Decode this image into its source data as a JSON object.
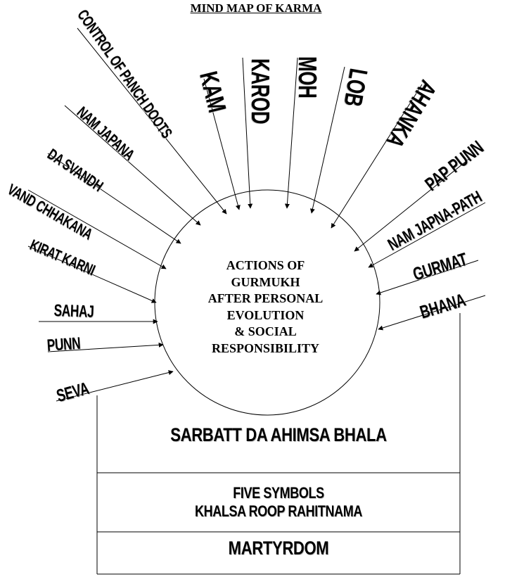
{
  "diagram": {
    "title": "MIND MAP OF KARMA",
    "center": {
      "lines": [
        "ACTIONS OF",
        "GURMUKH",
        "AFTER PERSONAL",
        "EVOLUTION",
        "& SOCIAL",
        "RESPONSIBILITY"
      ]
    },
    "spokes": {
      "control_of_panch_doots": "CONTROL OF PANCH DOOTS",
      "kam": "KAM",
      "karod": "KAROD",
      "moh": "MOH",
      "lob": "LOB",
      "ahanka": "AHANKA",
      "pap_punn": "PAP PUNN",
      "nam_japna_path": "NAM JAPNA-PATH",
      "gurmat": "GURMAT",
      "bhana": "BHANA",
      "nam_japana": "NAM JAPANA",
      "da_svandh": "DA SVANDH",
      "vand_chhakana": "VAND CHHAKANA",
      "kirat_karni": "KIRAT KARNI",
      "sahaj": "SAHAJ",
      "punn": "PUNN",
      "seva": "SEVA"
    },
    "boxes": {
      "sarbatt": "SARBATT DA AHIMSA BHALA",
      "five_symbols": [
        "FIVE SYMBOLS",
        "KHALSA ROOP RAHITNAMA"
      ],
      "martyrdom": "MARTYRDOM"
    }
  }
}
